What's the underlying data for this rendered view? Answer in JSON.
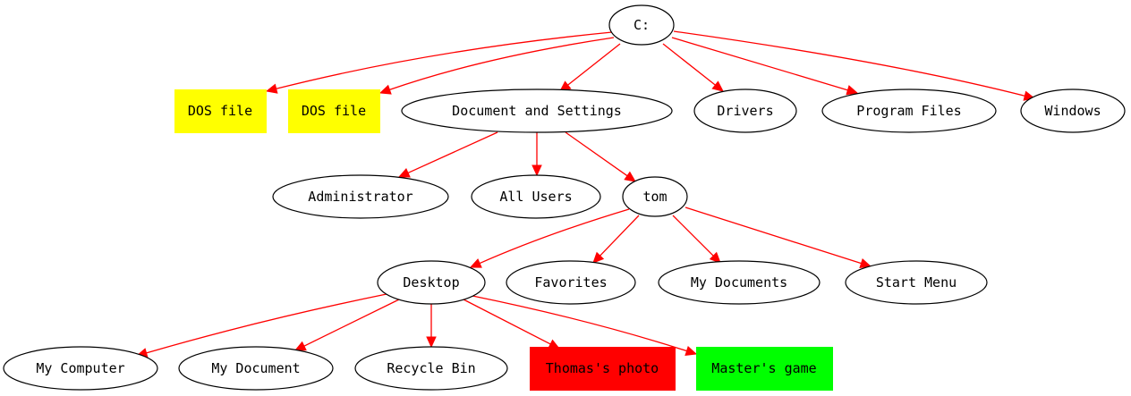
{
  "colors": {
    "edge": "#ff0000",
    "highlight_yellow": "#ffff00",
    "highlight_red": "#ff0000",
    "highlight_green": "#00ff00",
    "node_stroke": "#000000"
  },
  "tree": {
    "nodes": {
      "c_drive": "C:",
      "dos_file_1": "DOS file",
      "dos_file_2": "DOS file",
      "doc_settings": "Document and Settings",
      "drivers": "Drivers",
      "program_files": "Program Files",
      "windows": "Windows",
      "administrator": "Administrator",
      "all_users": "All Users",
      "tom": "tom",
      "desktop": "Desktop",
      "favorites": "Favorites",
      "my_documents": "My Documents",
      "start_menu": "Start Menu",
      "my_computer": "My Computer",
      "my_document": "My Document",
      "recycle_bin": "Recycle Bin",
      "thomas_photo": "Thomas's photo",
      "masters_game": "Master's game"
    },
    "edges": [
      [
        "c_drive",
        "dos_file_1"
      ],
      [
        "c_drive",
        "dos_file_2"
      ],
      [
        "c_drive",
        "doc_settings"
      ],
      [
        "c_drive",
        "drivers"
      ],
      [
        "c_drive",
        "program_files"
      ],
      [
        "c_drive",
        "windows"
      ],
      [
        "doc_settings",
        "administrator"
      ],
      [
        "doc_settings",
        "all_users"
      ],
      [
        "doc_settings",
        "tom"
      ],
      [
        "tom",
        "desktop"
      ],
      [
        "tom",
        "favorites"
      ],
      [
        "tom",
        "my_documents"
      ],
      [
        "tom",
        "start_menu"
      ],
      [
        "desktop",
        "my_computer"
      ],
      [
        "desktop",
        "my_document"
      ],
      [
        "desktop",
        "recycle_bin"
      ],
      [
        "desktop",
        "thomas_photo"
      ],
      [
        "desktop",
        "masters_game"
      ]
    ]
  }
}
